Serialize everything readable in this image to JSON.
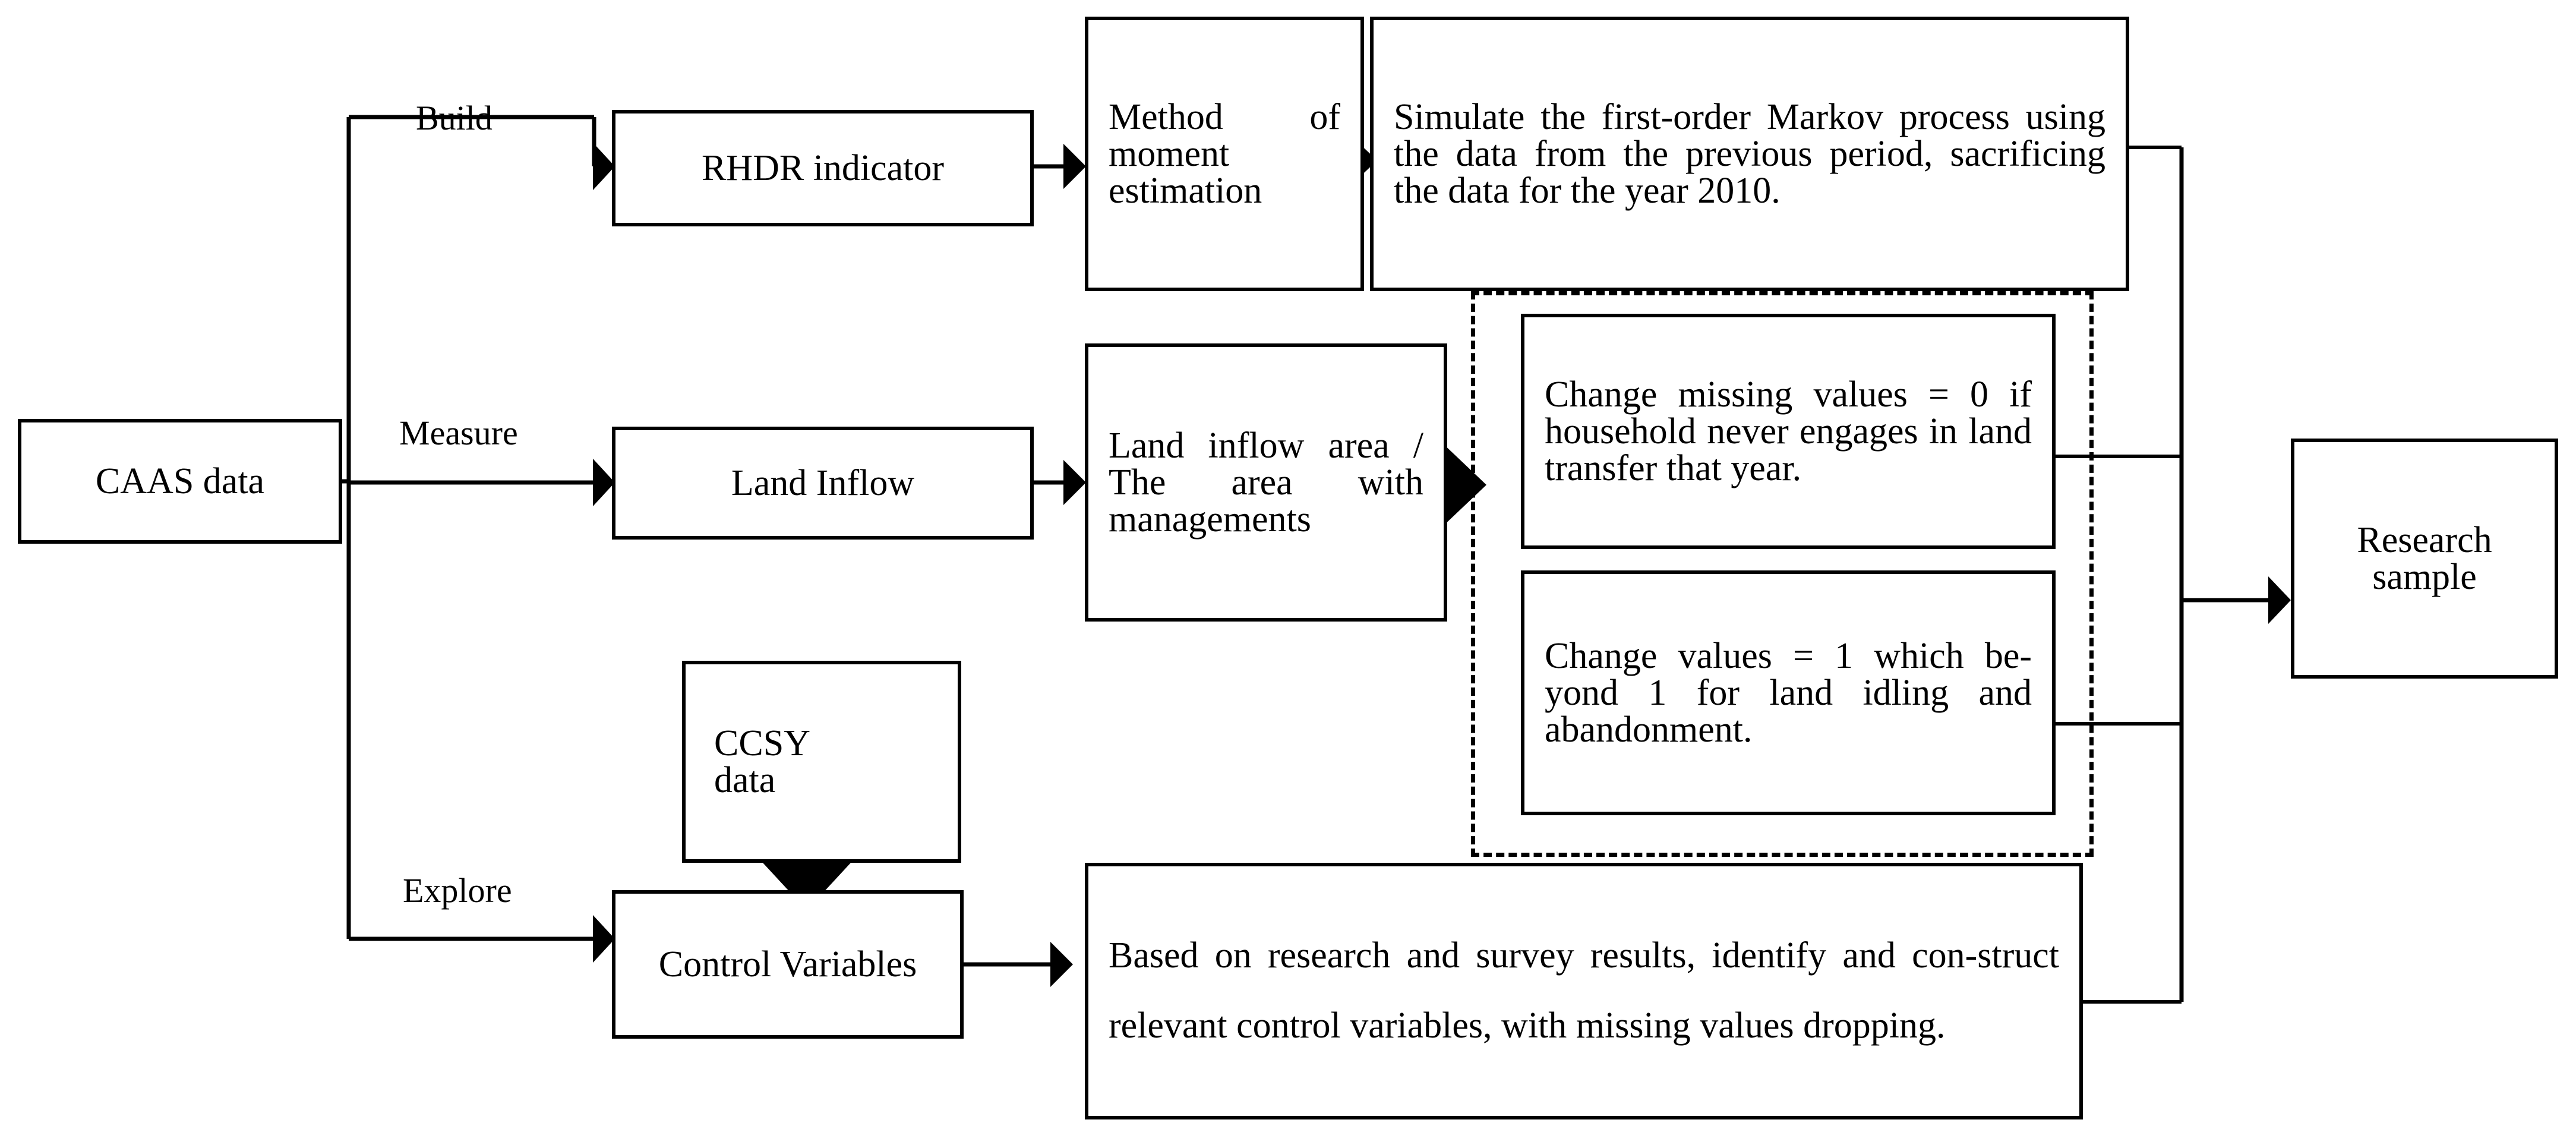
{
  "diagram": {
    "title": "Research sample construction flowchart",
    "colors": {
      "stroke": "#000000",
      "background": "#ffffff"
    },
    "nodes": {
      "caas_data": {
        "label": "CAAS data"
      },
      "ccsy_data_line1": {
        "label": "CCSY"
      },
      "ccsy_data_line2": {
        "label": "data"
      },
      "rhdr_indicator": {
        "label": "RHDR indicator"
      },
      "land_inflow": {
        "label": "Land Inflow"
      },
      "control_variables": {
        "label": "Control Variables"
      },
      "method_of_moment": {
        "label": "Method of moment estimation"
      },
      "land_inflow_ratio": {
        "label": "Land inflow area / The area with managements"
      },
      "markov_process": {
        "label": "Simulate the first-order Markov process using the data from the previous period, sacrificing the data for the year 2010."
      },
      "missing_values_zero": {
        "label": "Change missing values = 0 if household never engages in land transfer that year."
      },
      "values_one": {
        "label": "Change values = 1 which be-yond 1 for land idling and abandonment."
      },
      "control_variables_desc": {
        "label": "Based on research and survey results, identify and con-struct relevant control variables, with missing values dropping."
      },
      "research_sample_line1": {
        "label": "Research"
      },
      "research_sample_line2": {
        "label": "sample"
      }
    },
    "edge_labels": {
      "build": "Build",
      "measure": "Measure",
      "explore": "Explore"
    },
    "icons": {
      "thin_arrow": "arrow-right-thin-icon",
      "block_arrow": "arrow-right-block-icon",
      "down_block_arrow": "arrow-down-block-icon",
      "dashed_group": "dashed-group-boundary"
    }
  }
}
